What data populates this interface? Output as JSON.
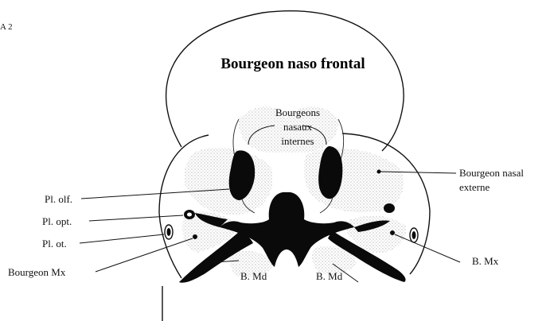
{
  "figure_label": "A 2",
  "title": "Bourgeon naso frontal",
  "labels": {
    "internal_buds": [
      "Bourgeons",
      "nasaux",
      "internes"
    ],
    "external_bud": [
      "Bourgeon nasal",
      "externe"
    ],
    "olfactory_placode": "Pl. olf.",
    "optic_placode": "Pl. opt.",
    "otic_placode": "Pl. ot.",
    "maxillary_bud_left": "Bourgeon Mx",
    "maxillary_bud_right": "B. Mx",
    "mandibular_bud_left": "B. Md",
    "mandibular_bud_right": "B. Md"
  }
}
